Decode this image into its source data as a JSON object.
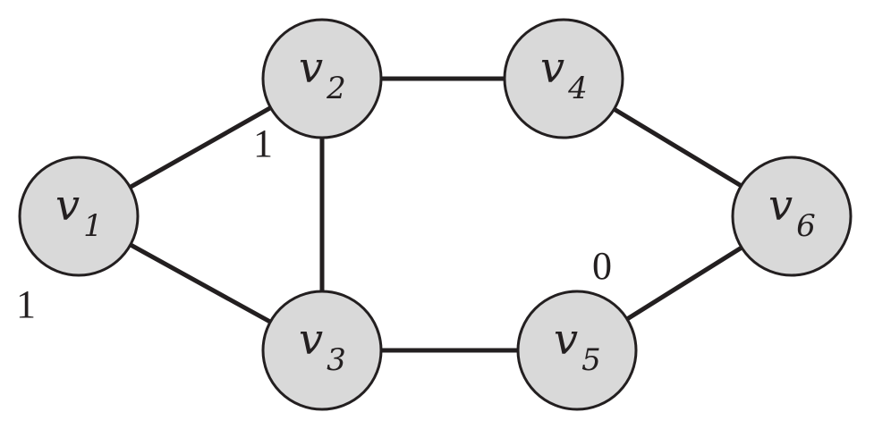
{
  "style": {
    "node_fill": "#d9d9d9",
    "stroke_color": "#231f20",
    "background": "#ffffff"
  },
  "nodes": [
    {
      "id": "v1",
      "var": "v",
      "sub": "1"
    },
    {
      "id": "v2",
      "var": "v",
      "sub": "2"
    },
    {
      "id": "v3",
      "var": "v",
      "sub": "3"
    },
    {
      "id": "v4",
      "var": "v",
      "sub": "4"
    },
    {
      "id": "v5",
      "var": "v",
      "sub": "5"
    },
    {
      "id": "v6",
      "var": "v",
      "sub": "6"
    }
  ],
  "edges": [
    [
      "v1",
      "v2"
    ],
    [
      "v1",
      "v3"
    ],
    [
      "v2",
      "v3"
    ],
    [
      "v2",
      "v4"
    ],
    [
      "v3",
      "v5"
    ],
    [
      "v4",
      "v6"
    ],
    [
      "v5",
      "v6"
    ]
  ],
  "annotations": {
    "v1_label": "1",
    "v2_label": "1",
    "v5_label": "0"
  }
}
